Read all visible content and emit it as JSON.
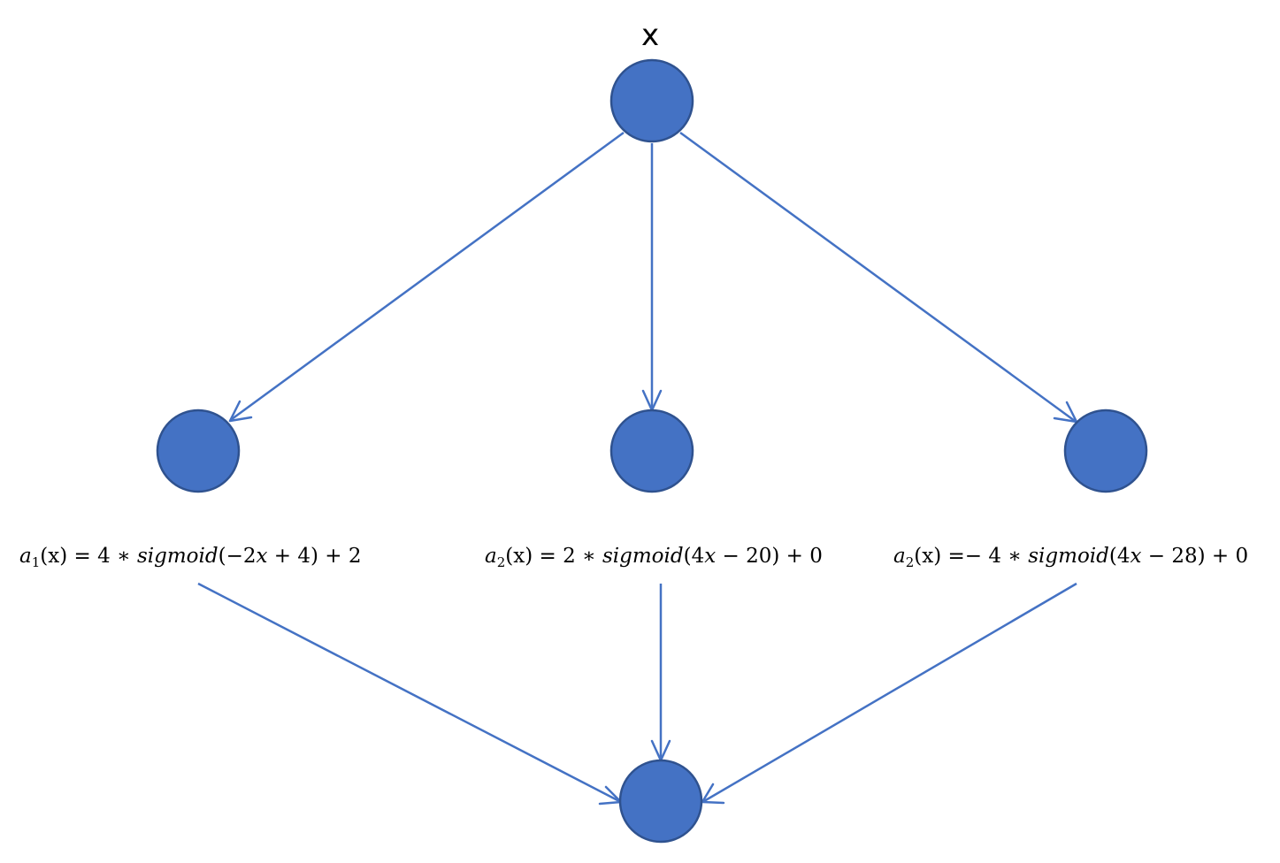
{
  "input_label": "x",
  "formulas": [
    {
      "fn": "a",
      "sub": "1",
      "arg": "(x)",
      "eq": " = 4 ∗ ",
      "word": "sigmoid",
      "rest_a": "(−2",
      "xvar": "x",
      "rest_b": " + 4) + 2"
    },
    {
      "fn": "a",
      "sub": "2",
      "arg": "(x)",
      "eq": " = 2 ∗ ",
      "word": "sigmoid",
      "rest_a": "(4",
      "xvar": "x",
      "rest_b": " − 20) + 0"
    },
    {
      "fn": "a",
      "sub": "2",
      "arg": "(x)",
      "eq": " =− 4 ∗ ",
      "word": "sigmoid",
      "rest_a": "(4",
      "xvar": "x",
      "rest_b": " − 28) + 0"
    }
  ],
  "colors": {
    "node_fill": "#4472C4",
    "node_stroke": "#2F528F",
    "edge": "#4472C4"
  }
}
